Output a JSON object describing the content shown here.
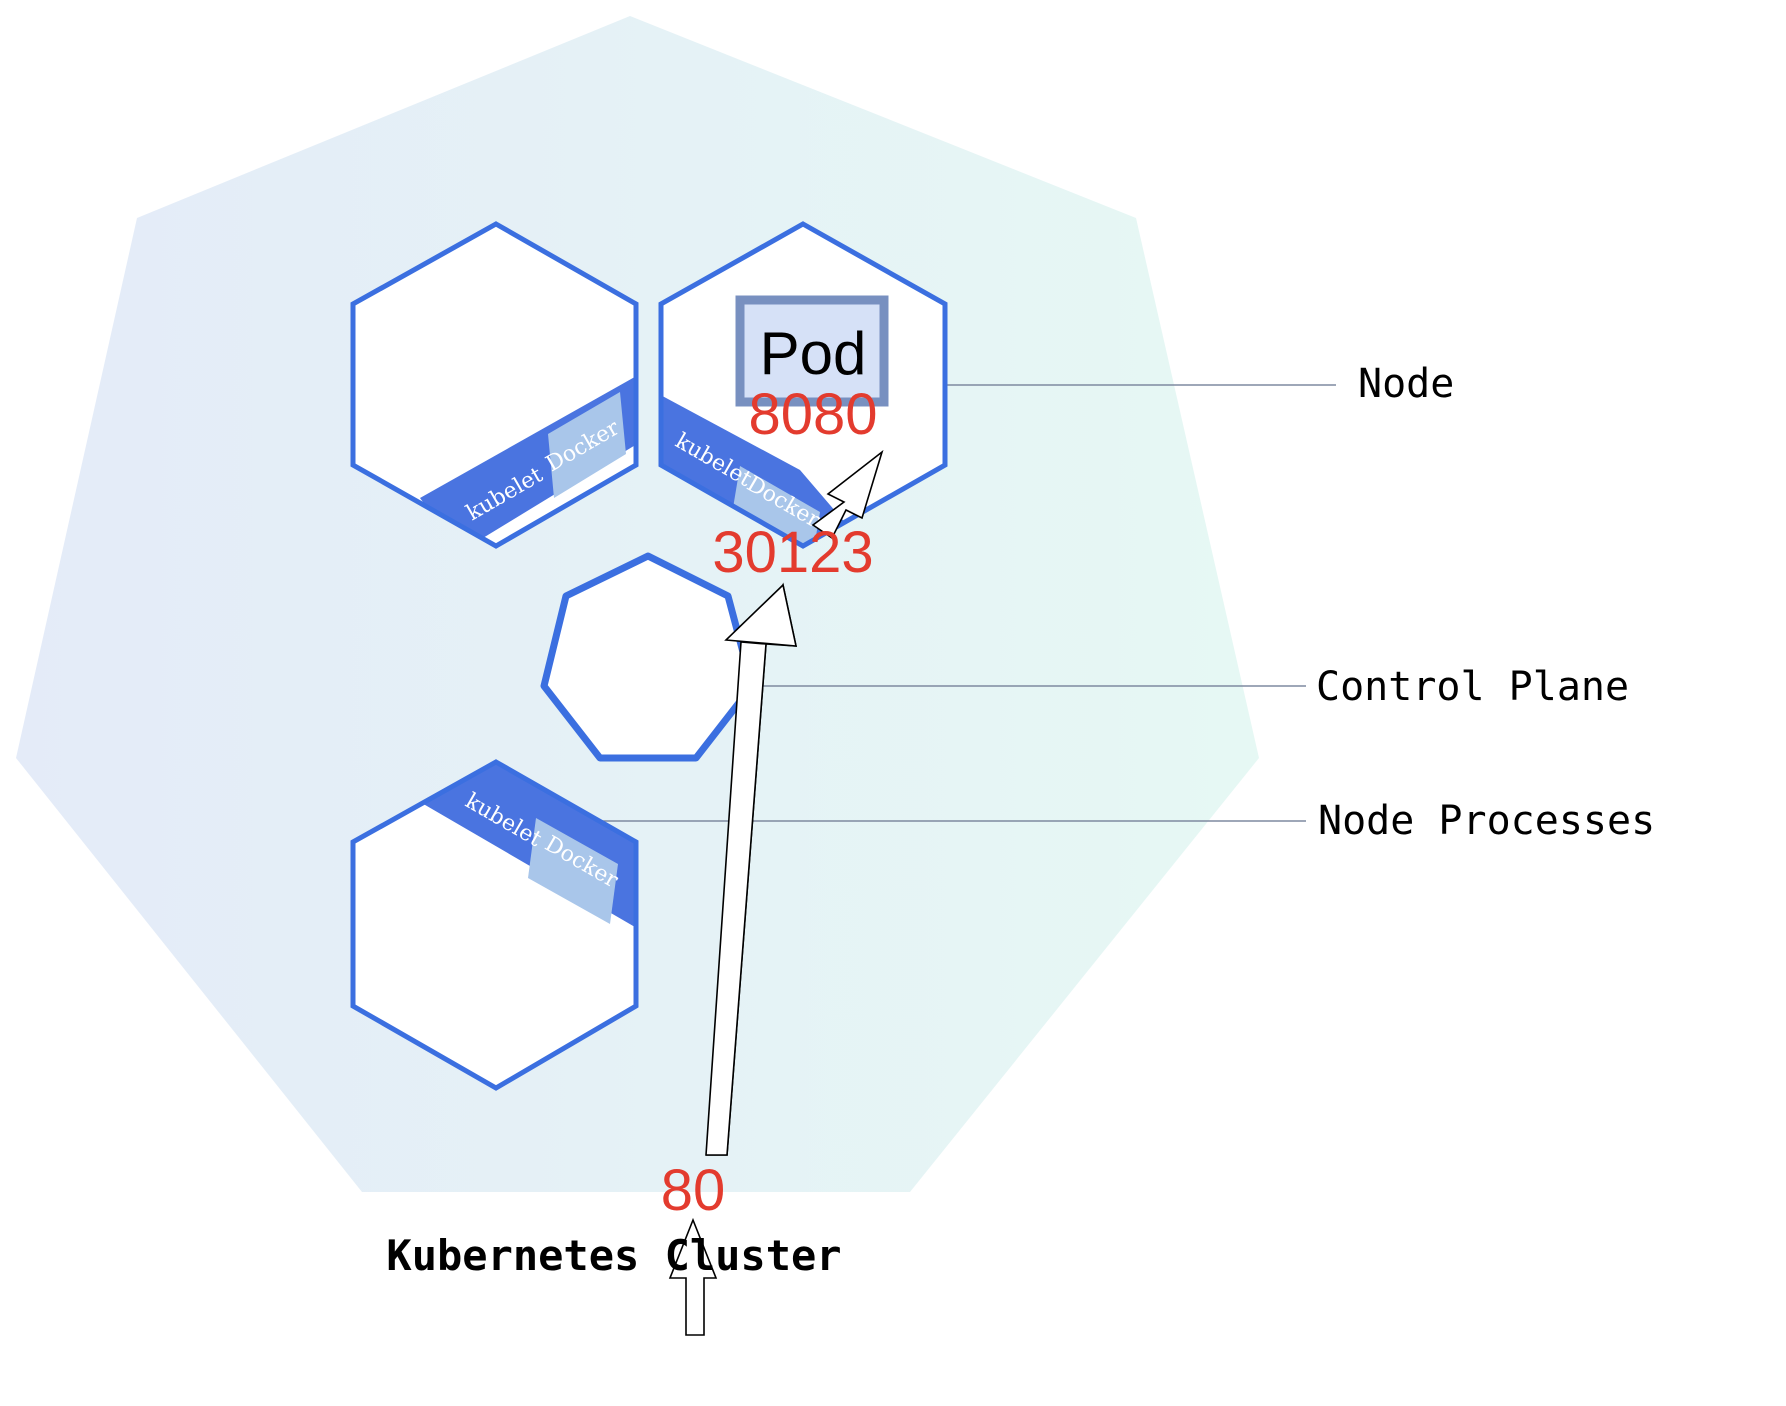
{
  "diagram": {
    "cluster_label": "Kubernetes Cluster",
    "labels": {
      "node": "Node",
      "control_plane": "Control Plane",
      "node_processes": "Node Processes"
    },
    "pod_label": "Pod",
    "ports": {
      "pod_port": "8080",
      "node_port": "30123",
      "service_port": "80"
    },
    "process_labels": {
      "kubelet": "kubelet",
      "docker": "Docker"
    }
  },
  "colors": {
    "node_border": "#3b6fe0",
    "band_fill": "#4a74e0",
    "docker_fill": "#a9c6ea",
    "pod_border": "#7890c0",
    "pod_fill": "#d6e1f7",
    "port_text": "#e33b2e",
    "leader_line": "#7f8aa0",
    "cluster_fill_left": "#e4ebf8",
    "cluster_fill_right": "#e6f8f4"
  }
}
